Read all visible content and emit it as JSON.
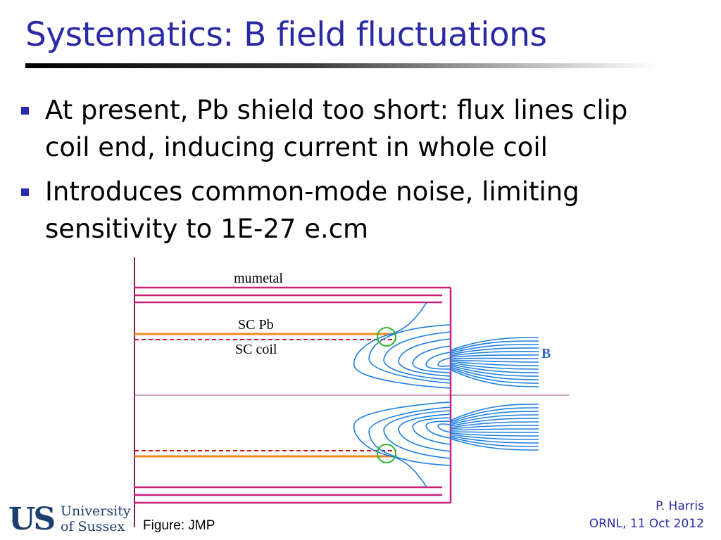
{
  "slide": {
    "title": "Systematics: B field fluctuations",
    "bullets": [
      {
        "line1": "At present, Pb shield too short: flux lines clip",
        "line2": "coil end, inducing current in whole coil"
      },
      {
        "line1": "Introduces common-mode noise, limiting",
        "line2": "sensitivity to 1E-27 e.cm"
      }
    ]
  },
  "figure": {
    "labels": {
      "mumetal": "mumetal",
      "sc_pb": "SC Pb",
      "sc_coil": "SC coil",
      "b_field": "B"
    },
    "credit": "Figure: JMP"
  },
  "footer": {
    "logo_letters": "US",
    "logo_line1": "University",
    "logo_line2": "of Sussex",
    "author": "P. Harris",
    "venue": "ORNL, 11 Oct 2012"
  },
  "colors": {
    "title": "#2a2aa6",
    "mumetal": "#cc1f7a",
    "sc_pb": "#f08a1c",
    "sc_coil": "#cc1020",
    "flux_lines": "#1e7fe0",
    "clip_marker": "#2db52d",
    "b_label": "#2a6ad0"
  }
}
